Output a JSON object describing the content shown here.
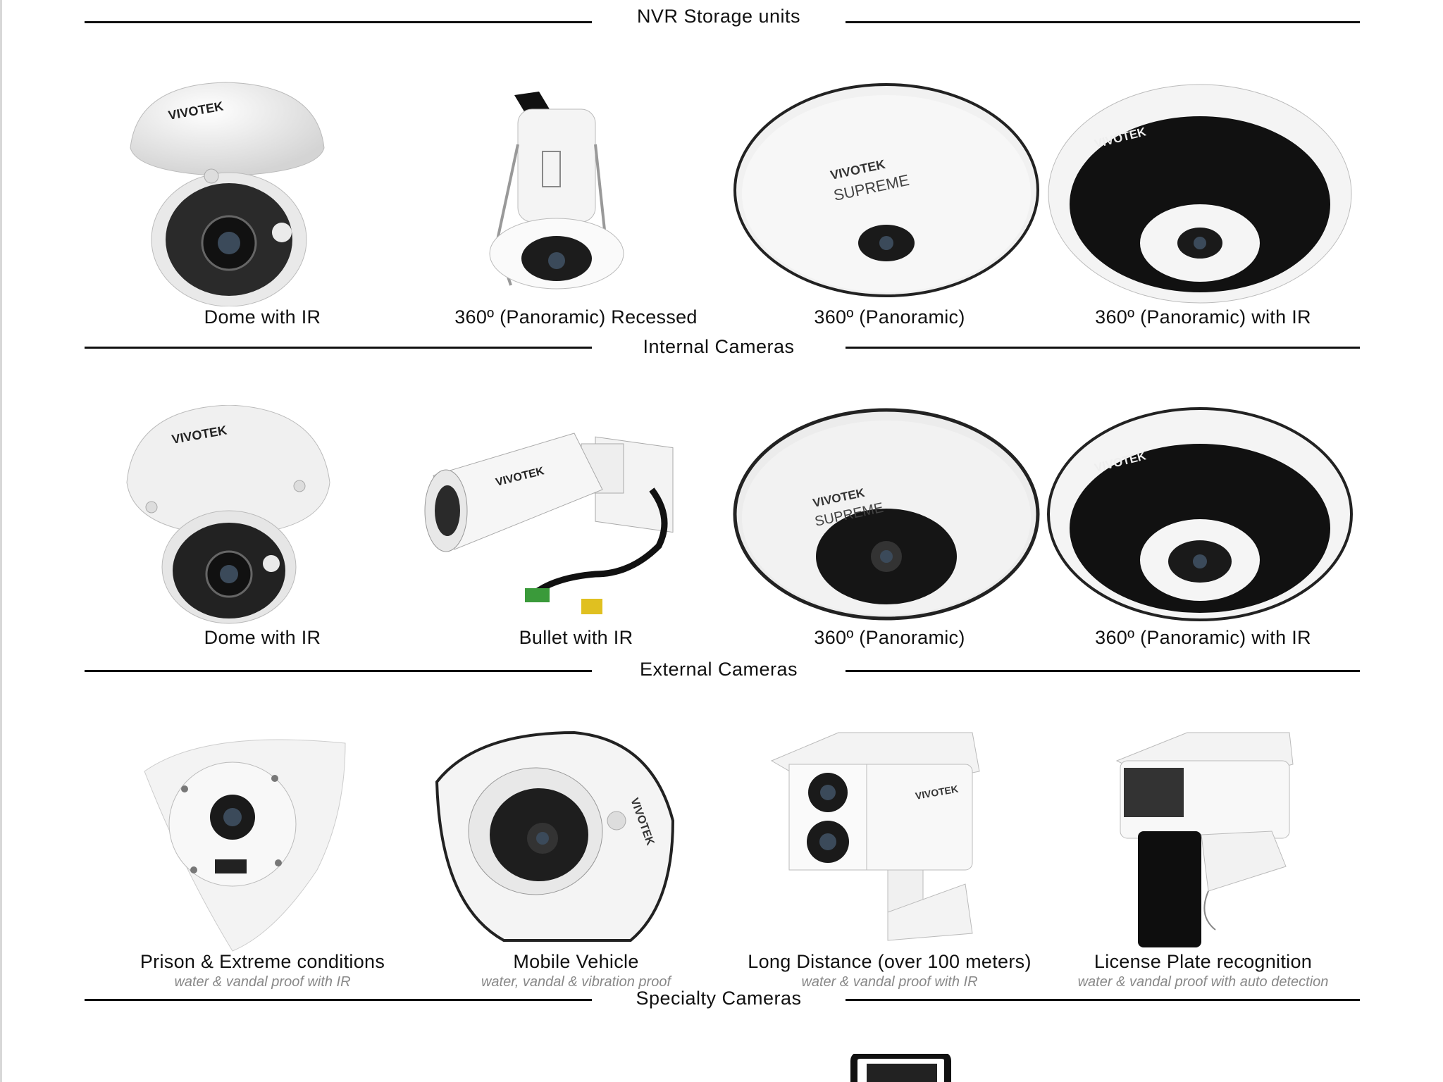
{
  "sections": [
    {
      "title": "NVR Storage units"
    },
    {
      "title": "Internal Cameras"
    },
    {
      "title": "External Cameras"
    },
    {
      "title": "Specialty Cameras"
    }
  ],
  "rows": [
    {
      "items": [
        {
          "label": "Dome with IR",
          "icon": "dome-ir-camera"
        },
        {
          "label": "360º (Panoramic) Recessed",
          "icon": "recessed-panoramic-camera"
        },
        {
          "label": "360º (Panoramic)",
          "icon": "panoramic-camera"
        },
        {
          "label": "360º (Panoramic) with IR",
          "icon": "panoramic-ir-camera"
        }
      ]
    },
    {
      "items": [
        {
          "label": "Dome with IR",
          "icon": "dome-ir-camera"
        },
        {
          "label": "Bullet with IR",
          "icon": "bullet-camera"
        },
        {
          "label": "360º (Panoramic)",
          "icon": "panoramic-camera"
        },
        {
          "label": "360º (Panoramic) with IR",
          "icon": "panoramic-ir-camera"
        }
      ]
    },
    {
      "items": [
        {
          "label": "Prison & Extreme conditions",
          "sub": "water & vandal proof with IR",
          "icon": "corner-mount-camera"
        },
        {
          "label": "Mobile Vehicle",
          "sub": "water, vandal & vibration proof",
          "icon": "mobile-dome-camera"
        },
        {
          "label": "Long Distance (over 100 meters)",
          "sub": "water & vandal proof with IR",
          "icon": "long-range-camera"
        },
        {
          "label": "License Plate recognition",
          "sub": "water & vandal proof with auto detection",
          "icon": "lpr-camera"
        }
      ]
    }
  ],
  "brand_text": {
    "vivotek": "VIVOTEK",
    "supreme": "SUPREME"
  },
  "colors": {
    "rule": "#111111",
    "caption_sub": "#888888",
    "camera_body": "#f2f2f2",
    "camera_dark": "#1a1a1a"
  }
}
